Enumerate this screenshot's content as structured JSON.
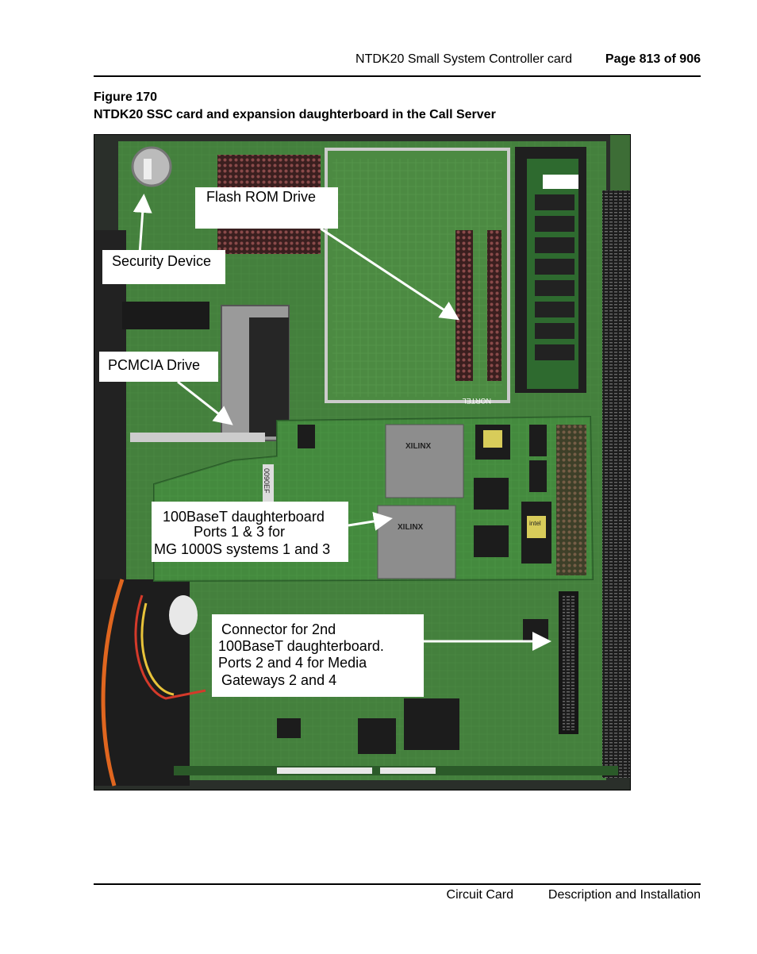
{
  "header": {
    "title": "NTDK20 Small System Controller card",
    "page": "Page 813 of 906"
  },
  "figure": {
    "label": "Figure 170",
    "caption": "NTDK20 SSC card and expansion daughterboard in the Call Server"
  },
  "callouts": {
    "flash_rom": "Flash ROM Drive",
    "security": "Security Device",
    "pcmcia": "PCMCIA Drive",
    "daughterboard_line1": "100BaseT daughterboard",
    "daughterboard_line2": "Ports 1 & 3 for",
    "daughterboard_line3": "MG 1000S systems 1 and 3",
    "connector_line1": "Connector for 2nd",
    "connector_line2": "100BaseT daughterboard.",
    "connector_line3": "Ports 2 and 4 for Media",
    "connector_line4": "Gateways 2 and 4"
  },
  "board_marks": {
    "chip1": "XILINX",
    "chip2": "XILINX",
    "intel": "intel",
    "nortel": "NORTEL",
    "db_label": "0090EF"
  },
  "footer": {
    "left": "Circuit Card",
    "right": "Description and Installation"
  },
  "colors": {
    "pcb_green": "#3f7a3a",
    "pcb_light": "#5c9a4e",
    "arrow": "#ffffff"
  }
}
